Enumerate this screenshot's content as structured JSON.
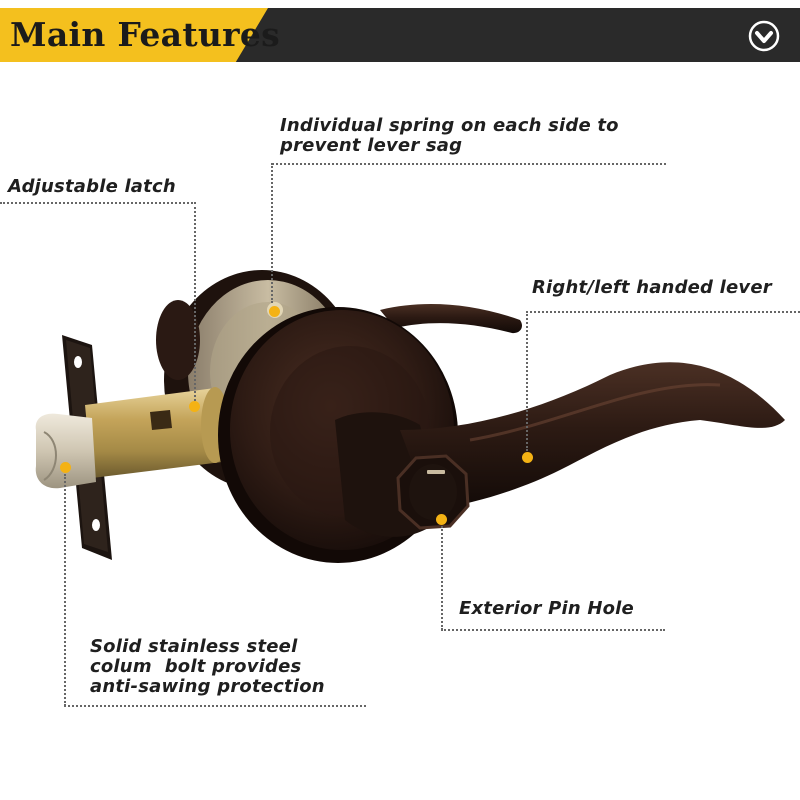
{
  "header": {
    "title": "Main Features",
    "icon": "chevron-down-circle-icon",
    "colors": {
      "accent": "#f4c01e",
      "bar": "#2a2a2a"
    }
  },
  "callouts": {
    "spring": {
      "line1": "Individual spring on each side to",
      "line2": "prevent lever sag"
    },
    "latch": {
      "text": "Adjustable latch"
    },
    "lever": {
      "text": "Right/left handed lever"
    },
    "pin": {
      "text": "Exterior Pin Hole"
    },
    "bolt": {
      "line1": "Solid stainless steel",
      "line2": "colum  bolt provides",
      "line3": "anti-sawing protection"
    }
  },
  "colors": {
    "marker": "#f4b214",
    "finish": "#2b1a14",
    "brass": "#c9a85a"
  }
}
